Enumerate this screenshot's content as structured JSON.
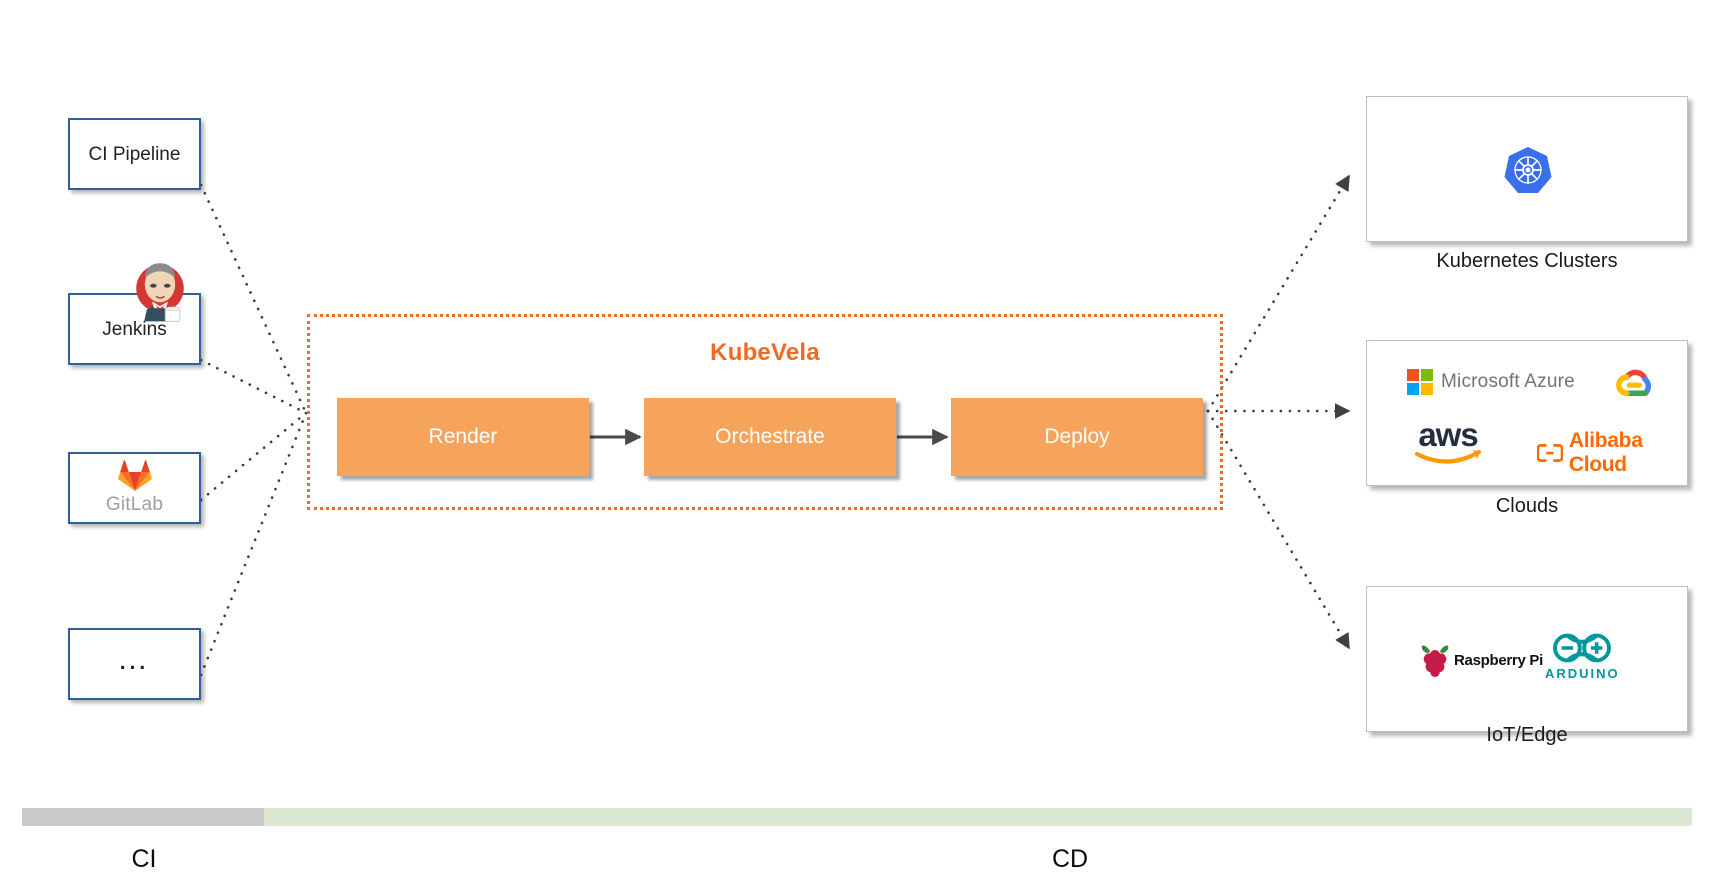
{
  "diagram": {
    "title": "KubeVela CI/CD pipeline overview",
    "colors": {
      "accent_orange": "#ED6B22",
      "stage_fill": "#F6A35C",
      "source_border_blue": "#2E5F9E",
      "target_border_gray": "#BFBFBF",
      "ci_bar": "#C9C9C9",
      "cd_bar": "#DCE8D2"
    }
  },
  "sources": [
    {
      "id": "ci-pipeline",
      "label": "CI Pipeline",
      "icon": ""
    },
    {
      "id": "jenkins",
      "label": "Jenkins",
      "icon": "jenkins-butler-icon"
    },
    {
      "id": "gitlab",
      "label": "GitLab",
      "icon": "gitlab-fox-icon"
    },
    {
      "id": "more",
      "label": "...",
      "icon": ""
    }
  ],
  "kubevela": {
    "title": "KubeVela",
    "stages": [
      {
        "id": "render",
        "label": "Render"
      },
      {
        "id": "orchestrate",
        "label": "Orchestrate"
      },
      {
        "id": "deploy",
        "label": "Deploy"
      }
    ]
  },
  "targets": [
    {
      "id": "kubernetes-clusters",
      "label": "Kubernetes Clusters",
      "logos": [
        {
          "name": "kubernetes-logo",
          "text": ""
        }
      ]
    },
    {
      "id": "clouds",
      "label": "Clouds",
      "logos": [
        {
          "name": "microsoft-azure-logo",
          "text": "Microsoft Azure"
        },
        {
          "name": "google-cloud-logo",
          "text": ""
        },
        {
          "name": "aws-logo",
          "text": "aws"
        },
        {
          "name": "alibaba-cloud-logo",
          "text": "Alibaba Cloud"
        }
      ]
    },
    {
      "id": "iot-edge",
      "label": "IoT/Edge",
      "logos": [
        {
          "name": "raspberry-pi-logo",
          "text": "Raspberry Pi"
        },
        {
          "name": "arduino-logo",
          "text": "ARDUINO"
        }
      ]
    }
  ],
  "phases": [
    {
      "id": "ci",
      "label": "CI"
    },
    {
      "id": "cd",
      "label": "CD"
    }
  ]
}
